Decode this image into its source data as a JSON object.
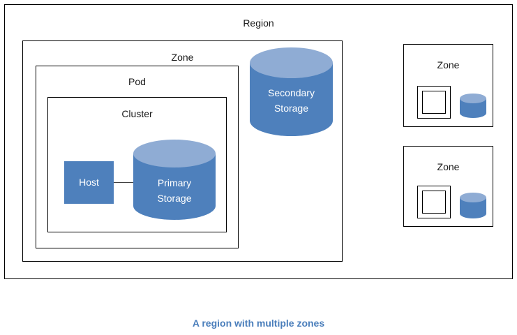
{
  "diagram": {
    "caption": "A region with multiple zones",
    "caption_color": "#4A7EBB",
    "border_color": "#000000",
    "shape_fill": "#4E80BC",
    "cylinder_top_fill": "#8FACD4",
    "cylinder_body_fill": "#4E80BC",
    "connector_color": "#404040",
    "region": {
      "label": "Region",
      "zone_main": {
        "label": "Zone",
        "pod": {
          "label": "Pod",
          "cluster": {
            "label": "Cluster",
            "host": {
              "label": "Host"
            },
            "primary_storage": {
              "label_line1": "Primary",
              "label_line2": "Storage"
            }
          }
        },
        "secondary_storage": {
          "label_line1": "Secondary",
          "label_line2": "Storage"
        }
      }
    },
    "side_zones": [
      {
        "label": "Zone",
        "has_nested_box": true,
        "has_storage_cylinder": true
      },
      {
        "label": "Zone",
        "has_nested_box": true,
        "has_storage_cylinder": true
      }
    ]
  },
  "chart_data": {
    "type": "diagram",
    "title": "A region with multiple zones",
    "nodes": [
      {
        "id": "region",
        "label": "Region",
        "kind": "container",
        "parent": null
      },
      {
        "id": "zone-main",
        "label": "Zone",
        "kind": "container",
        "parent": "region"
      },
      {
        "id": "pod",
        "label": "Pod",
        "kind": "container",
        "parent": "zone-main"
      },
      {
        "id": "cluster",
        "label": "Cluster",
        "kind": "container",
        "parent": "pod"
      },
      {
        "id": "host",
        "label": "Host",
        "kind": "rectangle",
        "parent": "cluster"
      },
      {
        "id": "primary-storage",
        "label": "Primary Storage",
        "kind": "cylinder",
        "parent": "cluster"
      },
      {
        "id": "secondary-storage",
        "label": "Secondary Storage",
        "kind": "cylinder",
        "parent": "zone-main"
      },
      {
        "id": "zone-2",
        "label": "Zone",
        "kind": "container",
        "parent": "region"
      },
      {
        "id": "zone-3",
        "label": "Zone",
        "kind": "container",
        "parent": "region"
      }
    ],
    "edges": [
      {
        "from": "host",
        "to": "primary-storage",
        "style": "solid-line"
      }
    ]
  }
}
